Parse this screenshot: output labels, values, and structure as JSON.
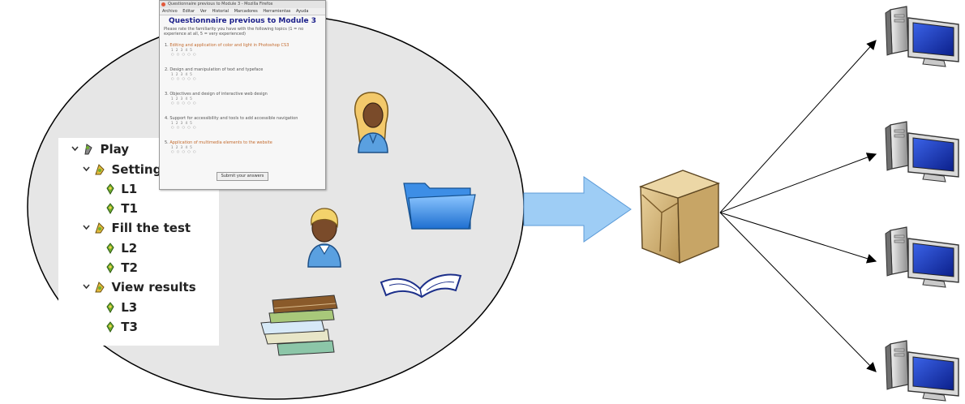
{
  "questionnaire": {
    "window_title": "Questionnaire previous to Module 3 - Mozilla Firefox",
    "menu": [
      "Archivo",
      "Editar",
      "Ver",
      "Historial",
      "Marcadores",
      "Herramientas",
      "Ayuda"
    ],
    "title": "Questionnaire previous to Module 3",
    "intro": "Please rate the familiarity you have with the following topics (1 = no experience at all, 5 = very experienced)",
    "questions": [
      {
        "num": "1.",
        "text": "Editing and application of color and light in Photoshop CS3"
      },
      {
        "num": "2.",
        "text": "Design and manipulation of text and typeface"
      },
      {
        "num": "3.",
        "text": "Objectives and design of interactive web design"
      },
      {
        "num": "4.",
        "text": "Support for accessibility and tools to add accessible navigation"
      },
      {
        "num": "5.",
        "text": "Application of multimedia elements to the website"
      }
    ],
    "scale": "1 2 3 4 5",
    "submit": "Submit your answers"
  },
  "tree": {
    "root": {
      "label": "Play"
    },
    "groups": [
      {
        "label": "Setting-u",
        "children": [
          {
            "label": "L1"
          },
          {
            "label": "T1"
          }
        ]
      },
      {
        "label": "Fill the test",
        "children": [
          {
            "label": "L2"
          },
          {
            "label": "T2"
          }
        ]
      },
      {
        "label": "View results",
        "children": [
          {
            "label": "L3"
          },
          {
            "label": "T3"
          }
        ]
      }
    ]
  },
  "icons": {
    "ellipse_items": [
      "female-user-icon",
      "male-user-icon",
      "folder-icon",
      "open-book-icon",
      "book-stack-icon"
    ],
    "package": "package-box-icon",
    "clients": [
      "computer-icon",
      "computer-icon",
      "computer-icon",
      "computer-icon"
    ]
  },
  "colors": {
    "ellipse_fill": "#e6e6e6",
    "arrow_fill": "#9ecdf5",
    "folder_blue": "#3d8ee6",
    "box_tan": "#d8b878",
    "screen_blue": "#1a3fc9",
    "title_navy": "#1b1f8a",
    "tree_green": "#6fae2f"
  }
}
